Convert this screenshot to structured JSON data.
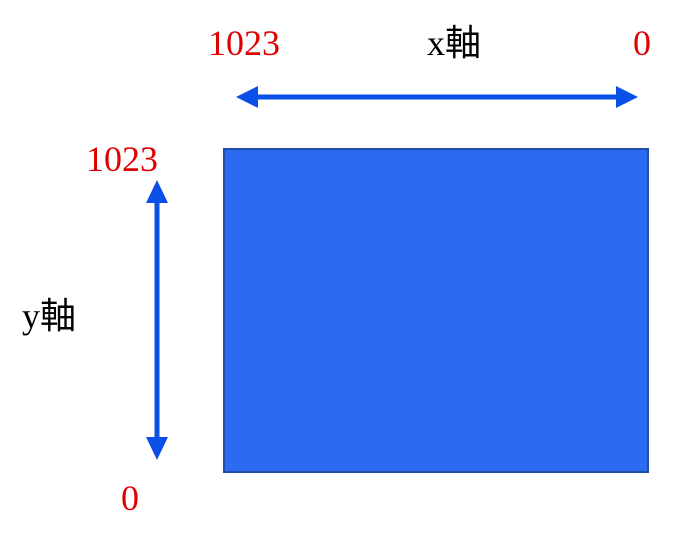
{
  "x_axis": {
    "max_label": "1023",
    "min_label": "0",
    "name": "x軸"
  },
  "y_axis": {
    "max_label": "1023",
    "min_label": "0",
    "name": "y軸"
  },
  "colors": {
    "number_text": "#e00000",
    "arrow": "#0a4fe8",
    "rect_fill": "#2c6bef",
    "rect_border": "#1f4ea8"
  }
}
